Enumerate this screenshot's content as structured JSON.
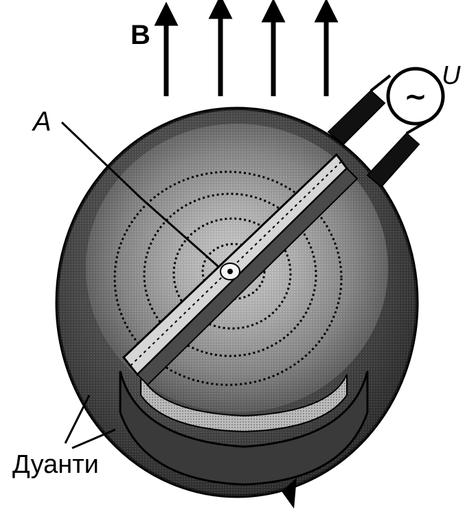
{
  "labels": {
    "field": "B",
    "point": "A",
    "voltage": "U",
    "source_symbol": "~",
    "dees": "Дуанти"
  },
  "colors": {
    "ink": "#000000",
    "background": "#ffffff",
    "outer_shade": "#4a4a4a",
    "mid_shade": "#8c8c8c",
    "inner_shade": "#c9c9c9",
    "center_shade": "#e8e8e8"
  }
}
